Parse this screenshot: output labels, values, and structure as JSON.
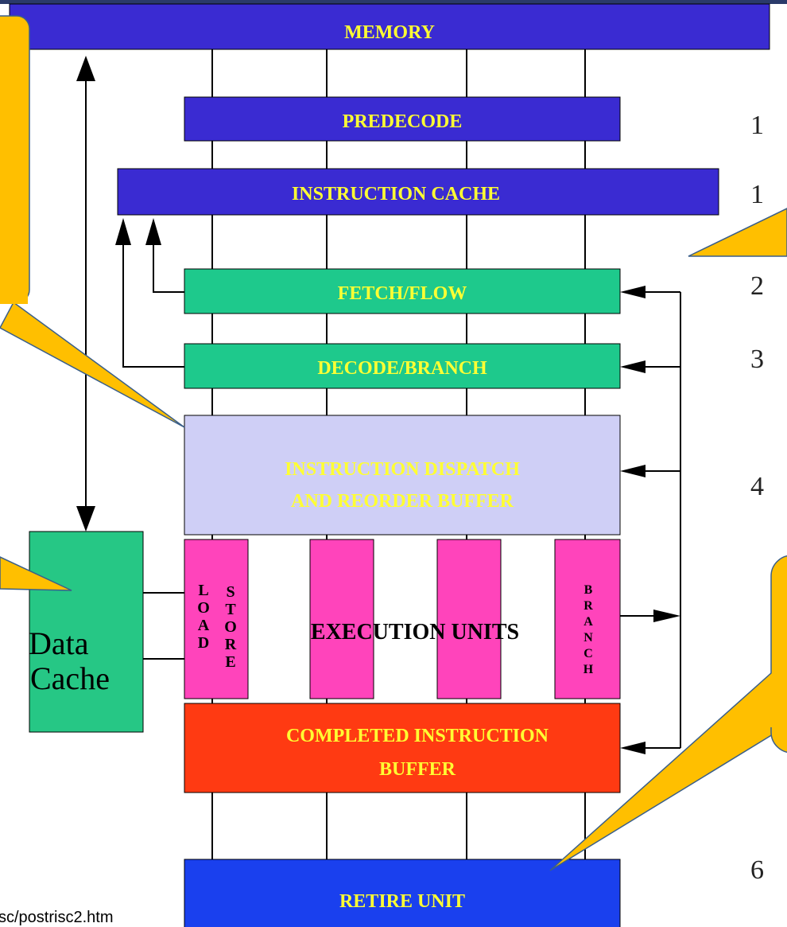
{
  "diagram": {
    "blocks": {
      "memory": "MEMORY",
      "predecode": "PREDECODE",
      "instruction_cache": "INSTRUCTION CACHE",
      "fetch_flow": "FETCH/FLOW",
      "decode_branch": "DECODE/BRANCH",
      "dispatch_line1": "INSTRUCTION DISPATCH",
      "dispatch_line2": "AND REORDER BUFFER",
      "execution_units": "EXECUTION UNITS",
      "load_letters": "LOAD",
      "store_letters": "STORE",
      "branch_letters": "BRANCH",
      "completed_line1": "COMPLETED INSTRUCTION",
      "completed_line2": "BUFFER",
      "retire_unit": "RETIRE UNIT",
      "data_cache_line1": "Data",
      "data_cache_line2": "Cache"
    },
    "side_numbers": [
      "1",
      "1",
      "2",
      "3",
      "4",
      "6"
    ],
    "footer_url": "sc/postrisc2.htm"
  },
  "colors": {
    "cache_blue": "#3a2bd2",
    "pipeline_green": "#1ec98c",
    "dispatch_lavender": "#cfcff6",
    "exec_pink": "#ff44bb",
    "completed_red": "#ff3a12",
    "retire_blue": "#1a40ee",
    "data_cache_green": "#26c785",
    "callout_gold": "#ffbf00",
    "label_yellow": "#ffff33"
  }
}
